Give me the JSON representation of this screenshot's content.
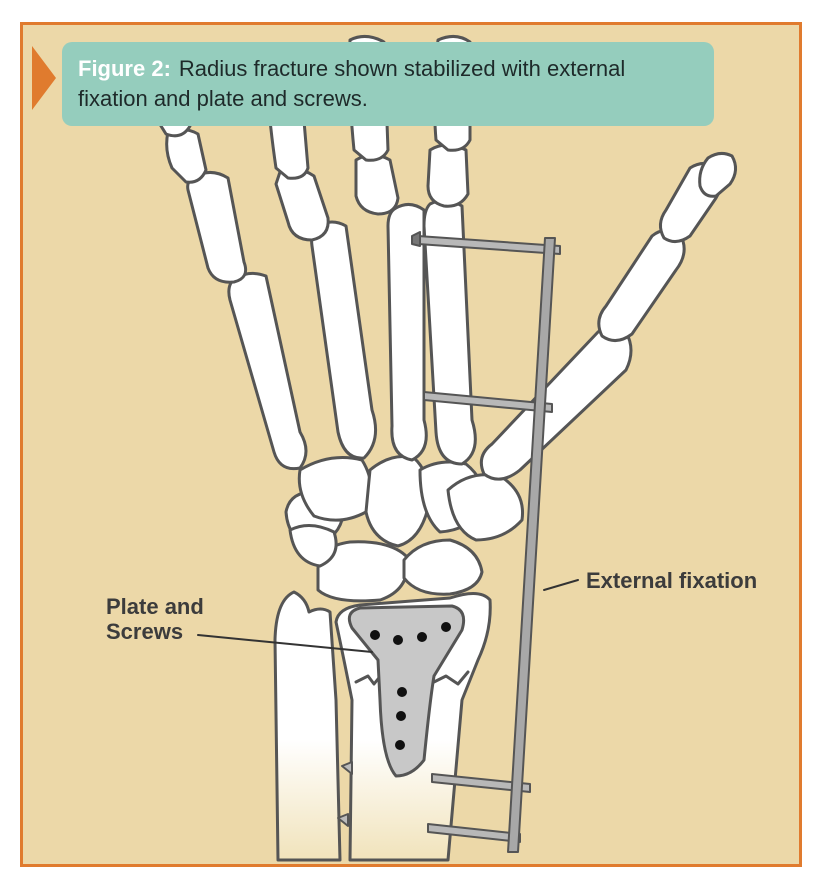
{
  "caption": {
    "label": "Figure 2:",
    "text": "Radius fracture shown stabilized with external fixation and plate and screws."
  },
  "labels": {
    "external_fixation": "External fixation",
    "plate_line1": "Plate and",
    "plate_line2": "Screws"
  },
  "colors": {
    "background": "#ecd8a8",
    "frame": "#e07b2e",
    "caption_fill": "#95cdbd",
    "bone_fill": "#ffffff",
    "bone_outline": "#555555",
    "plate_fill": "#c8c8c8",
    "hardware": "#aaaaaa"
  },
  "icons": [
    "caption-arrow-icon"
  ]
}
